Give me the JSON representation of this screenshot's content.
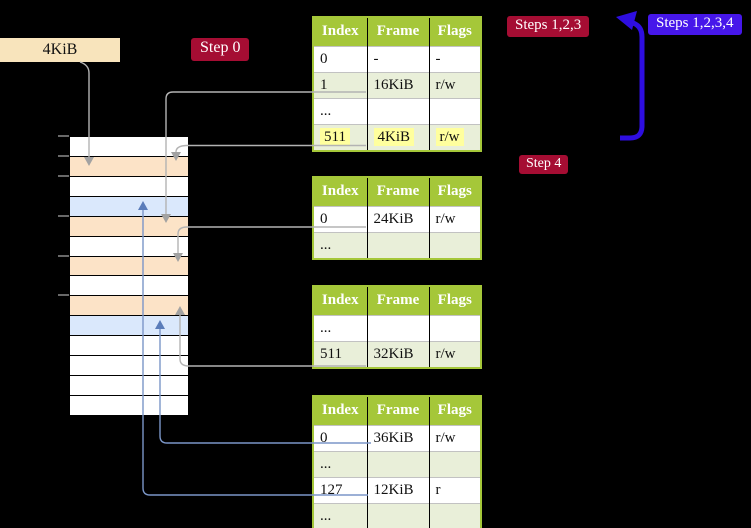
{
  "legend_box": {
    "label": "4KiB"
  },
  "labels": {
    "step0": "Step 0",
    "steps123": "Steps 1,2,3",
    "steps1234": "Steps 1,2,3,4",
    "step4": "Step 4"
  },
  "colors": {
    "table_header_bg": "#a5c739",
    "table_row_alt_bg": "#e9efd9",
    "highlight_yellow": "#ffff9e",
    "crimson_label_bg": "#a50d33",
    "blue_label_bg": "#4617ea",
    "blue_arrow": "#2e0ee0",
    "gray_line": "#b3b3b3",
    "blue_line": "#7b96c8",
    "legend_box_bg": "#f8e4bc",
    "strip_peach": "#fce3c7",
    "strip_blue": "#dae8fc",
    "strip_white": "#ffffff"
  },
  "memory_strip": {
    "rows": [
      "white",
      "peach",
      "white",
      "blue",
      "peach",
      "white",
      "peach",
      "white",
      "peach",
      "blue",
      "white",
      "white",
      "white",
      "white"
    ]
  },
  "page_tables": [
    {
      "headers": [
        "Index",
        "Frame",
        "Flags"
      ],
      "rows": [
        {
          "cells": [
            "0",
            "-",
            "-"
          ],
          "shade": false,
          "highlight": false
        },
        {
          "cells": [
            "1",
            "16KiB",
            "r/w"
          ],
          "shade": true,
          "highlight": false
        },
        {
          "cells": [
            "...",
            "",
            ""
          ],
          "shade": false,
          "highlight": false
        },
        {
          "cells": [
            "511",
            "4KiB",
            "r/w"
          ],
          "shade": true,
          "highlight": true
        }
      ]
    },
    {
      "headers": [
        "Index",
        "Frame",
        "Flags"
      ],
      "rows": [
        {
          "cells": [
            "0",
            "24KiB",
            "r/w"
          ],
          "shade": false,
          "highlight": false
        },
        {
          "cells": [
            "...",
            "",
            ""
          ],
          "shade": true,
          "highlight": false
        }
      ]
    },
    {
      "headers": [
        "Index",
        "Frame",
        "Flags"
      ],
      "rows": [
        {
          "cells": [
            "...",
            "",
            ""
          ],
          "shade": false,
          "highlight": false
        },
        {
          "cells": [
            "511",
            "32KiB",
            "r/w"
          ],
          "shade": true,
          "highlight": false
        }
      ]
    },
    {
      "headers": [
        "Index",
        "Frame",
        "Flags"
      ],
      "rows": [
        {
          "cells": [
            "0",
            "36KiB",
            "r/w"
          ],
          "shade": false,
          "highlight": false
        },
        {
          "cells": [
            "...",
            "",
            ""
          ],
          "shade": true,
          "highlight": false
        },
        {
          "cells": [
            "127",
            "12KiB",
            "r"
          ],
          "shade": false,
          "highlight": false
        },
        {
          "cells": [
            "...",
            "",
            ""
          ],
          "shade": true,
          "highlight": false
        }
      ]
    }
  ]
}
